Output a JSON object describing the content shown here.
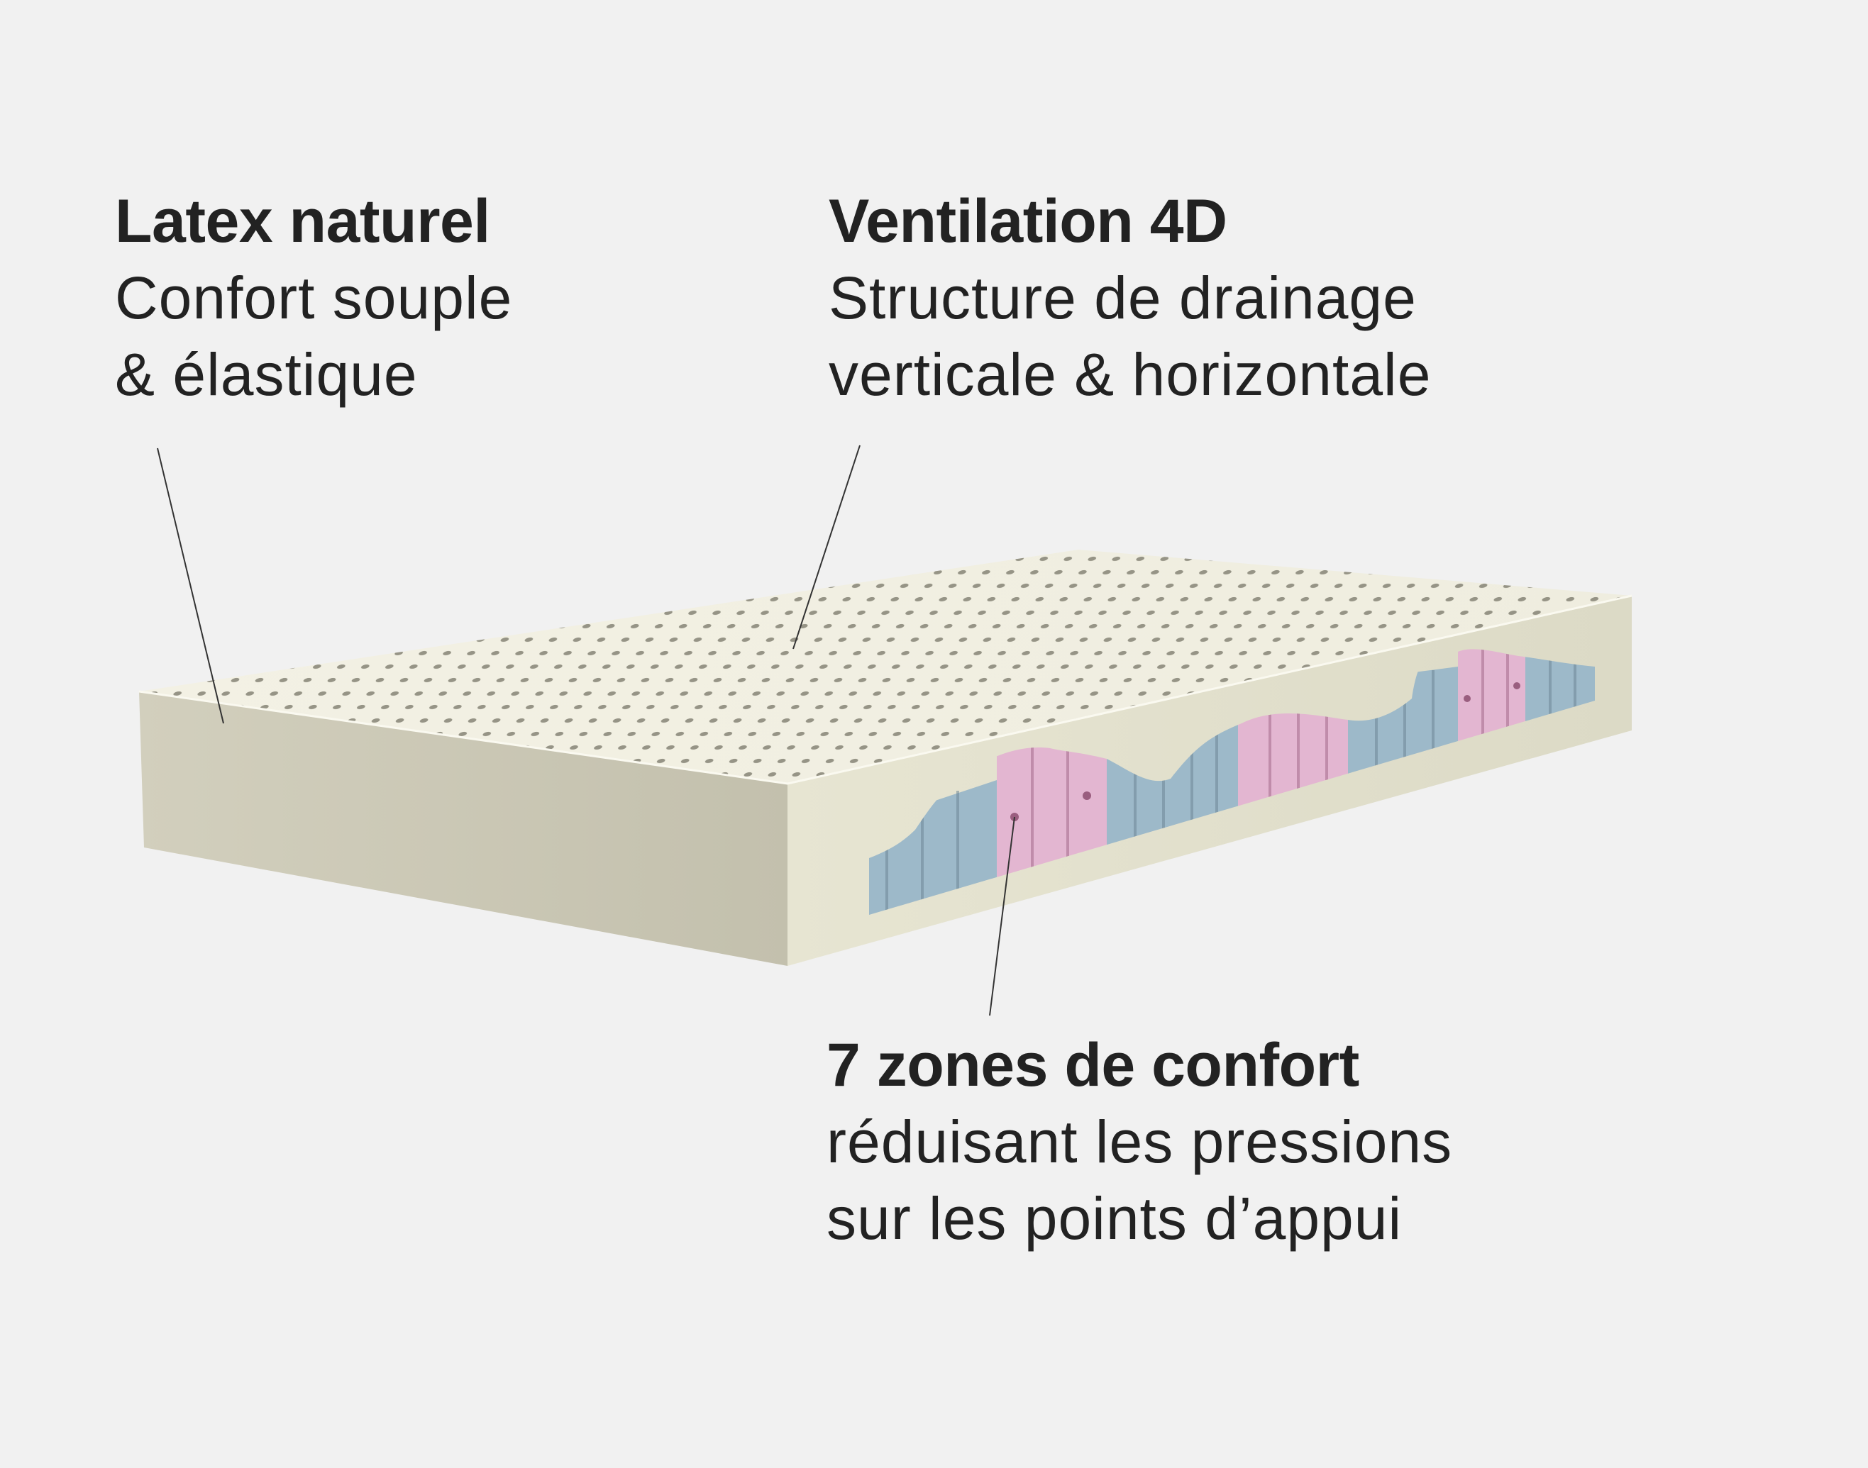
{
  "callouts": {
    "latex": {
      "title": "Latex naturel",
      "lines": [
        "Confort souple",
        "& élastique"
      ]
    },
    "ventilation": {
      "title": "Ventilation 4D",
      "lines": [
        "Structure de drainage",
        "verticale & horizontale"
      ]
    },
    "zones": {
      "title": "7 zones de confort",
      "lines": [
        "réduisant les pressions",
        "sur les points d’appui"
      ]
    }
  },
  "colors": {
    "background": "#f1f1f1",
    "text": "#222222",
    "mattress_top": "#f2f0e2",
    "mattress_side": "#c9c6b4",
    "mattress_end": "#e6e4d0",
    "zone_blue": "#9bb8c8",
    "zone_pink": "#e2b5d0"
  }
}
